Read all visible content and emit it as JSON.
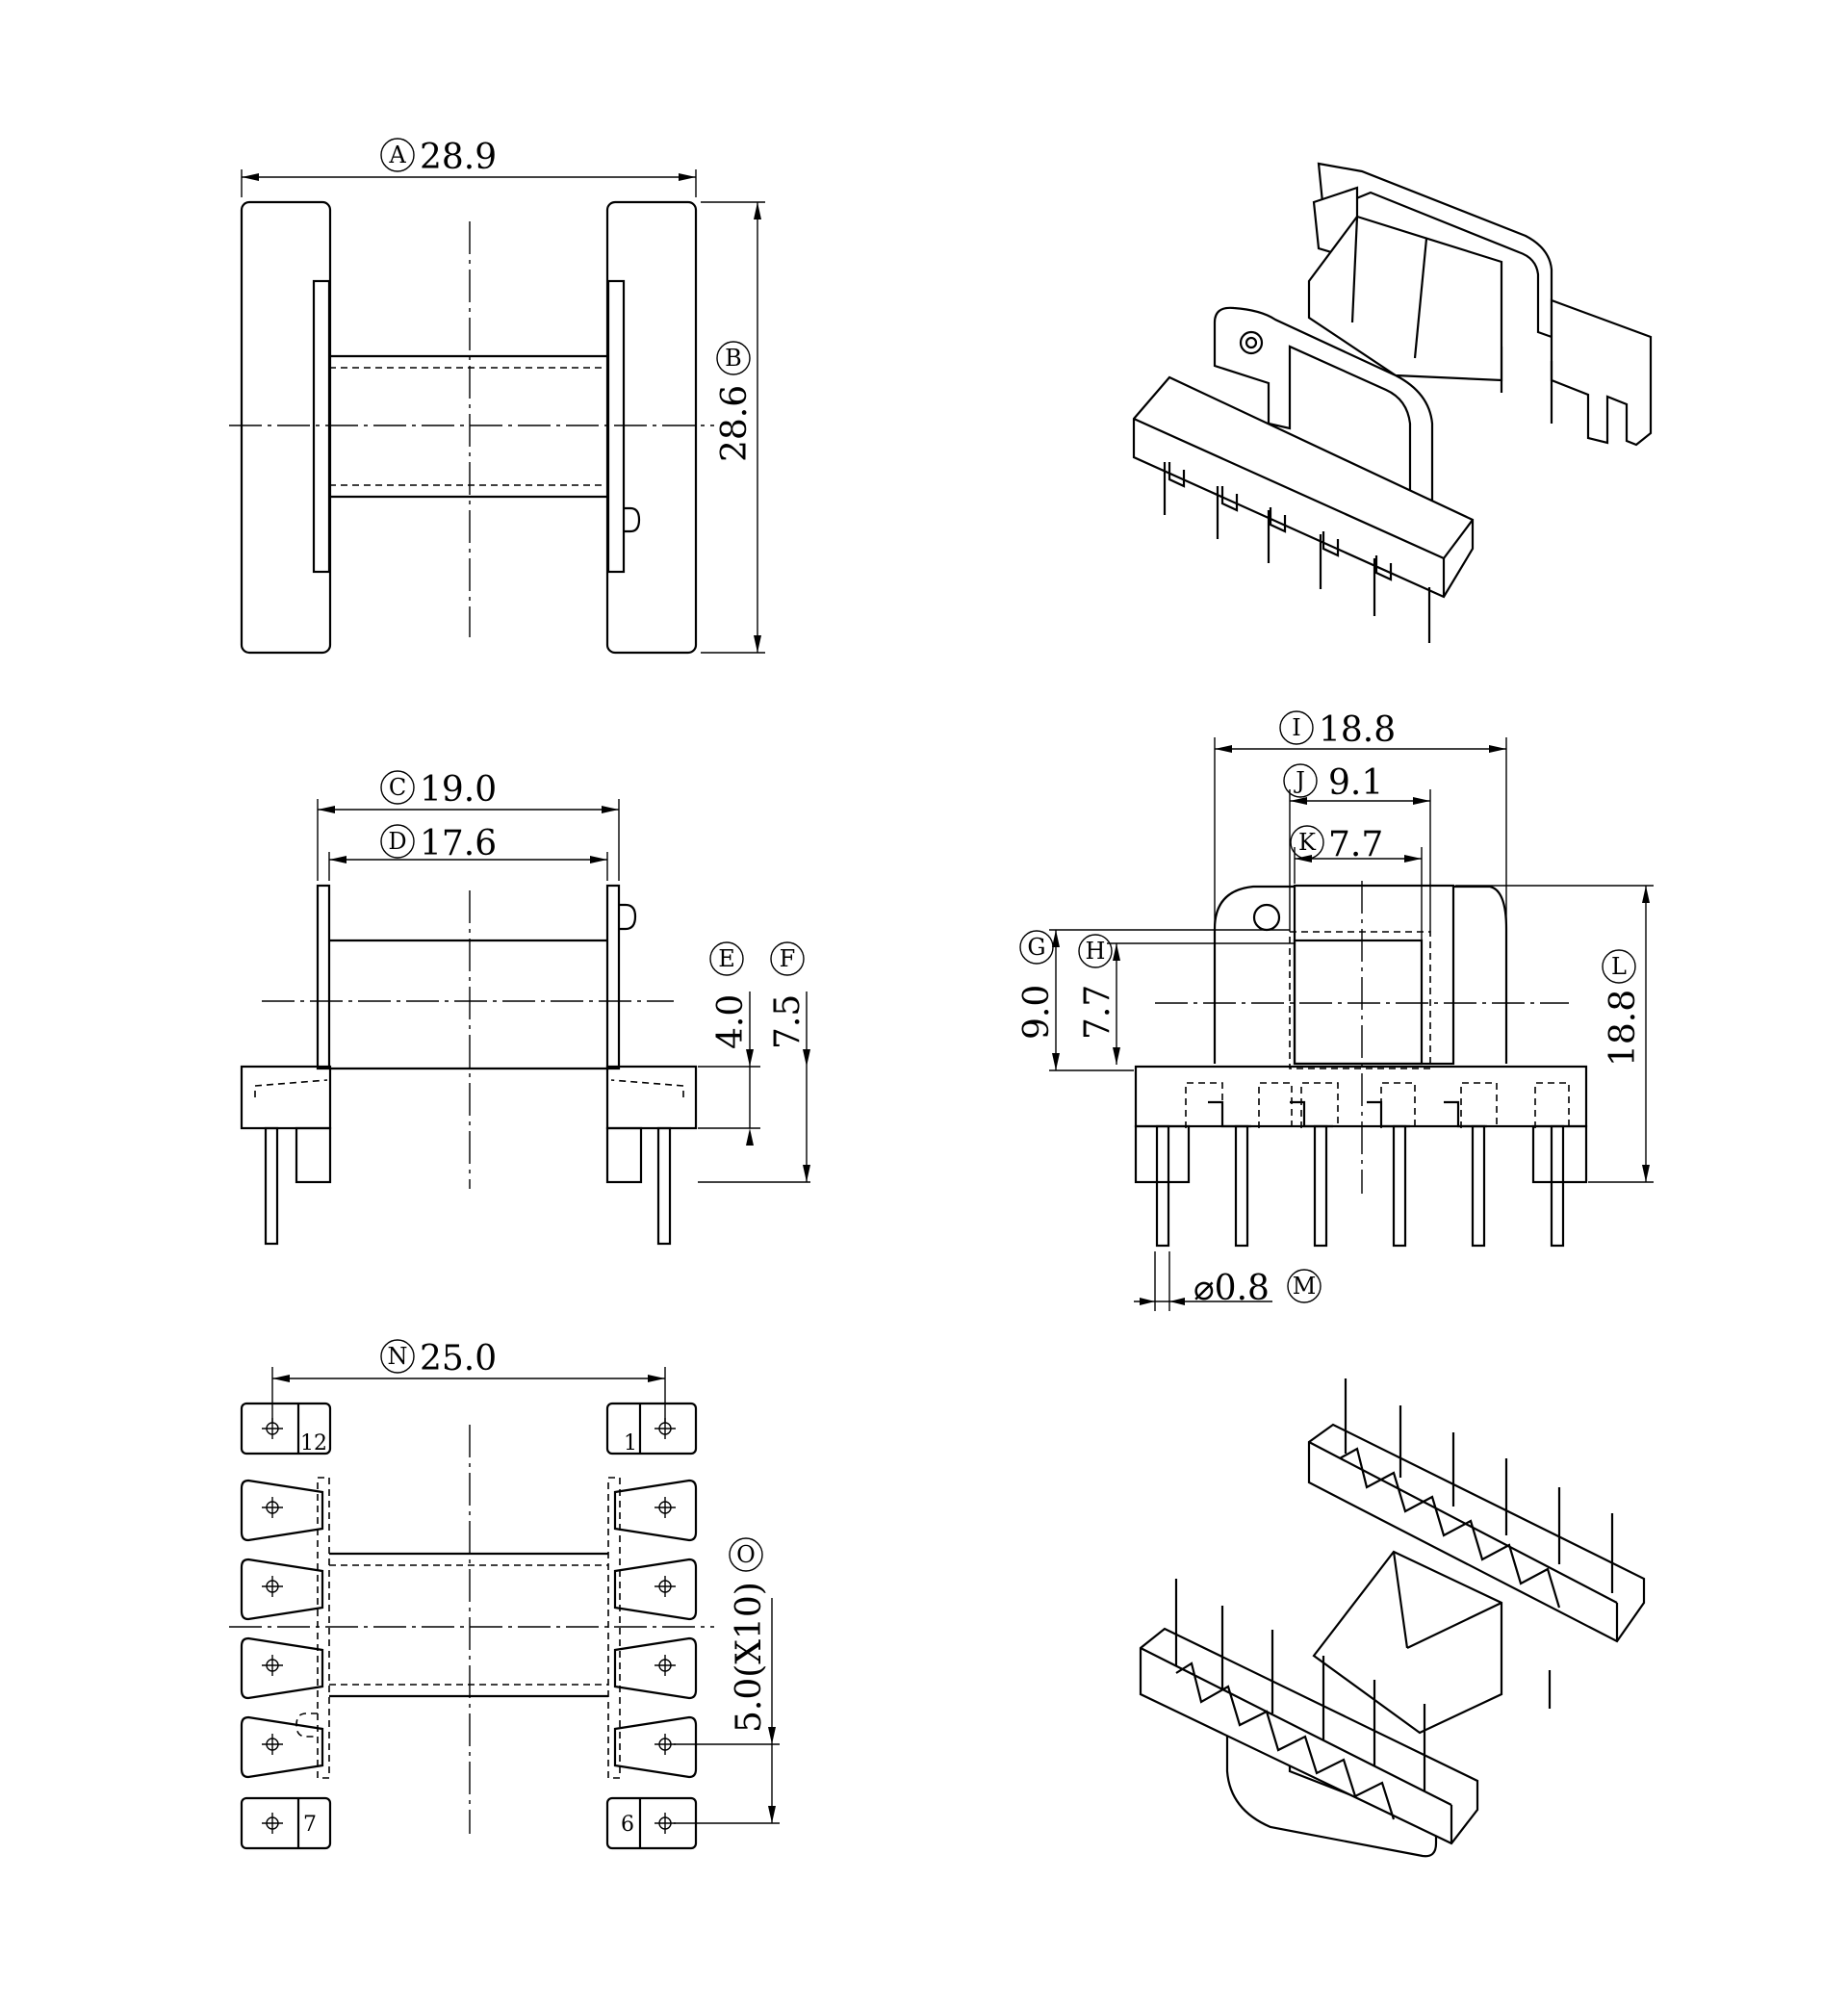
{
  "dimensions": {
    "A": {
      "letter": "A",
      "value": "28.9"
    },
    "B": {
      "letter": "B",
      "value": "28.6"
    },
    "C": {
      "letter": "C",
      "value": "19.0"
    },
    "D": {
      "letter": "D",
      "value": "17.6"
    },
    "E": {
      "letter": "E",
      "value": "4.0"
    },
    "F": {
      "letter": "F",
      "value": "7.5"
    },
    "G": {
      "letter": "G",
      "value": "9.0"
    },
    "H": {
      "letter": "H",
      "value": "7.7"
    },
    "I": {
      "letter": "I",
      "value": "18.8"
    },
    "J": {
      "letter": "J",
      "value": "9.1"
    },
    "K": {
      "letter": "K",
      "value": "7.7"
    },
    "L": {
      "letter": "L",
      "value": "18.8"
    },
    "M": {
      "letter": "M",
      "value": "⌀0.8"
    },
    "N": {
      "letter": "N",
      "value": "25.0"
    },
    "O": {
      "letter": "O",
      "value": "5.0(X10)"
    }
  },
  "pin_labels": {
    "p12": "12",
    "p1": "1",
    "p7": "7",
    "p6": "6"
  }
}
